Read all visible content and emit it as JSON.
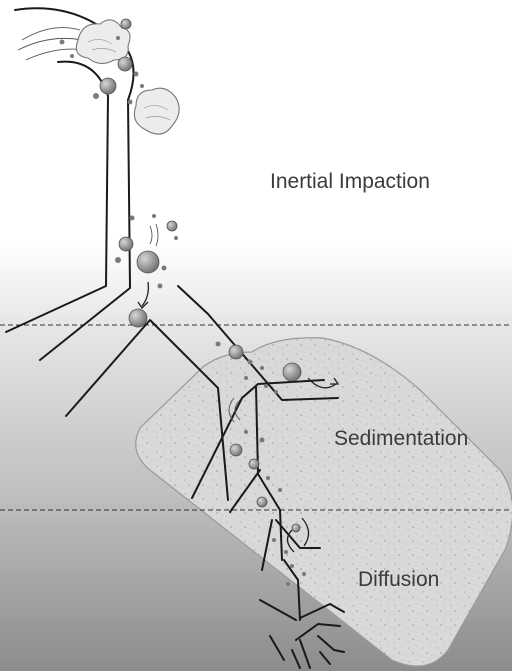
{
  "labels": {
    "inertial_impaction": "Inertial Impaction",
    "sedimentation": "Sedimentation",
    "diffusion": "Diffusion"
  },
  "colors": {
    "airway_stroke": "#1a1a1a",
    "particle_fill": "#8a8a8a",
    "label_text": "#3b3b3b",
    "alveolus_fill": "#d8d8d8",
    "zone_dark": "#8c8c8c"
  }
}
